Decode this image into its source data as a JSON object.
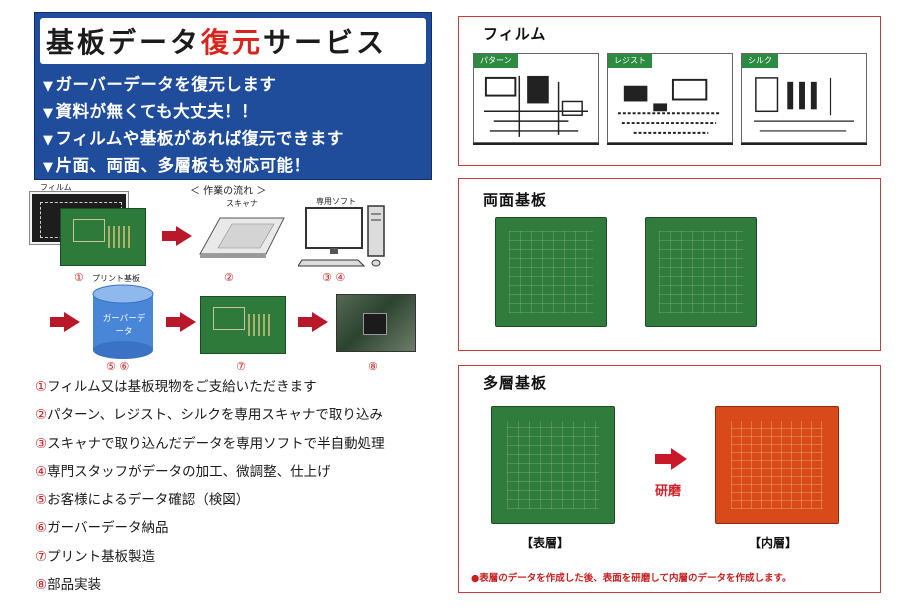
{
  "banner": {
    "title_pre": "基板データ",
    "title_accent": "復元",
    "title_post": "サービス",
    "points": [
      "ガーバーデータを復元します",
      "資料が無くても大丈夫！！",
      "フィルムや基板があれば復元できます",
      "片面、両面、多層板も対応可能！"
    ]
  },
  "workflow": {
    "title": "＜ 作業の流れ ＞",
    "film_label": "フィルム",
    "pcb_label": "プリント基板",
    "scanner_label": "スキャナ",
    "software_label": "専用ソフト",
    "cylinder_text": "ガーバーデータ",
    "markers": {
      "m1": "①",
      "m2": "②",
      "m34": "③ ④",
      "m56": "⑤ ⑥",
      "m7": "⑦",
      "m8": "⑧"
    }
  },
  "steps": [
    {
      "num": "①",
      "text": "フィルム又は基板現物をご支給いただきます"
    },
    {
      "num": "②",
      "text": "パターン、レジスト、シルクを専用スキャナで取り込み"
    },
    {
      "num": "③",
      "text": "スキャナで取り込んだデータを専用ソフトで半自動処理"
    },
    {
      "num": "④",
      "text": "専門スタッフがデータの加工、微調整、仕上げ"
    },
    {
      "num": "⑤",
      "text": "お客様によるデータ確認（検図）"
    },
    {
      "num": "⑥",
      "text": "ガーバーデータ納品"
    },
    {
      "num": "⑦",
      "text": "プリント基板製造"
    },
    {
      "num": "⑧",
      "text": "部品実装"
    }
  ],
  "panels": {
    "film": {
      "title": "フィルム",
      "cards": [
        "パターン",
        "レジスト",
        "シルク"
      ]
    },
    "double": {
      "title": "両面基板"
    },
    "multi": {
      "title": "多層基板",
      "grind": "研磨",
      "surface": "【表層】",
      "inner": "【内層】",
      "note": "●表層のデータを作成した後、表面を研磨して内層のデータを作成します。"
    }
  },
  "colors": {
    "banner_bg": "#1f4d9c",
    "accent_red": "#d7261e",
    "panel_border": "#cc3a3a",
    "pcb_green": "#2f7c3c",
    "inner_orange": "#d84a1a"
  }
}
